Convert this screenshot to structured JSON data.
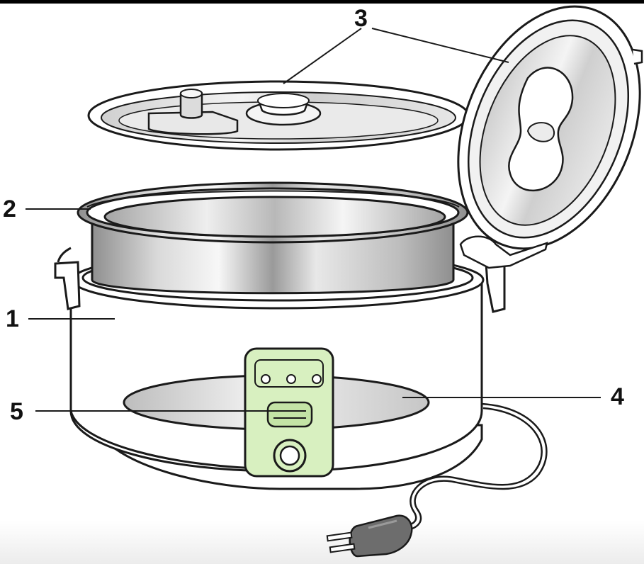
{
  "diagram": {
    "callouts": {
      "base": "1",
      "inner_pot": "2",
      "lid": "3",
      "heating_plate": "4",
      "switch": "5"
    },
    "colors": {
      "outline": "#1a1a1a",
      "body_fill": "#ffffff",
      "metal_light": "#f2f2f2",
      "metal_mid": "#c9c9c9",
      "metal_dark": "#8f8f8f",
      "control_panel": "#d8f0c0",
      "plug": "#6d6d6d",
      "top_rule": "#000000"
    }
  }
}
